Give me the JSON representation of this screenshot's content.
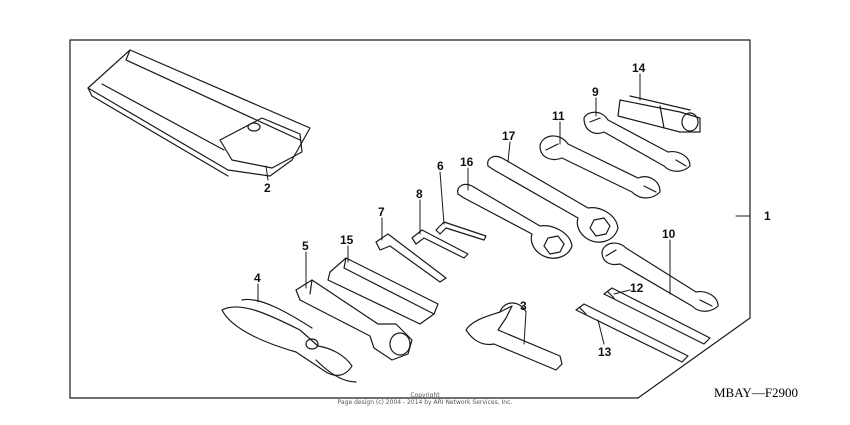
{
  "diagram": {
    "code": "MBAY—F2900",
    "copyright_line1": "Copyright",
    "copyright_line2": "Page design (c) 2004 - 2014 by ARI Network Services, Inc.",
    "callouts": {
      "c1": "1",
      "c2": "2",
      "c3": "3",
      "c4": "4",
      "c5": "5",
      "c6": "6",
      "c7": "7",
      "c8": "8",
      "c9": "9",
      "c10": "10",
      "c11": "11",
      "c12": "12",
      "c13": "13",
      "c14": "14",
      "c15": "15",
      "c16": "16",
      "c17": "17"
    }
  }
}
